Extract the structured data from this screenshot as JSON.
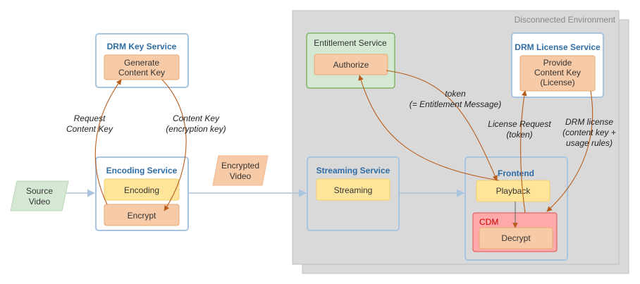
{
  "environment": {
    "title": "Disconnected Environment"
  },
  "services": {
    "drm_key": {
      "title": "DRM Key Service",
      "generate_line1": "Generate",
      "generate_line2": "Content Key"
    },
    "encoding": {
      "title": "Encoding Service",
      "encoding": "Encoding",
      "encrypt": "Encrypt"
    },
    "entitlement": {
      "title": "Entitlement Service",
      "authorize": "Authorize"
    },
    "drm_license": {
      "title": "DRM License Service",
      "provide_line1": "Provide",
      "provide_line2": "Content Key",
      "provide_line3": "(License)"
    },
    "streaming": {
      "title": "Streaming Service",
      "streaming": "Streaming"
    },
    "frontend": {
      "title": "Frontend",
      "playback": "Playback",
      "cdm": "CDM",
      "decrypt": "Decrypt"
    }
  },
  "data_nodes": {
    "source_video": {
      "line1": "Source",
      "line2": "Video"
    },
    "encrypted_video": {
      "line1": "Encrypted",
      "line2": "Video"
    }
  },
  "labels": {
    "request_content_key": {
      "line1": "Request",
      "line2": "Content Key"
    },
    "content_key_encryption": {
      "line1": "Content Key",
      "line2": "(encryption key)"
    },
    "token": {
      "line1": "token",
      "line2": "(= Entitlement Message)"
    },
    "license_request": {
      "line1": "License Request",
      "line2": "(token)"
    },
    "drm_license": {
      "line1": "DRM license",
      "line2": "(content key +",
      "line3": "usage rules)"
    }
  },
  "colors": {
    "service_border": "#a9c4e0",
    "entitlement_fill": "#d5e8d4",
    "entitlement_border": "#82b366",
    "step_orange": "#f8cba8",
    "step_yellow": "#fee599",
    "cdm_red": "#ffaaaa",
    "flow_arrow_blue": "#a9c4e0",
    "message_arrow_brown": "#b85c1b",
    "env_gray": "#d9d9d9"
  }
}
